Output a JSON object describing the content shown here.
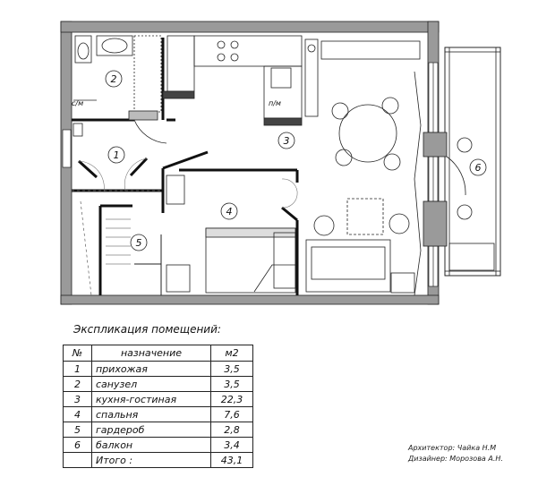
{
  "plan": {
    "labels": {
      "wc": "с/м",
      "fridge": "п/м"
    },
    "rooms": [
      {
        "id": "1",
        "label": "1"
      },
      {
        "id": "2",
        "label": "2"
      },
      {
        "id": "3",
        "label": "3"
      },
      {
        "id": "4",
        "label": "4"
      },
      {
        "id": "5",
        "label": "5"
      },
      {
        "id": "6",
        "label": "6"
      }
    ]
  },
  "table": {
    "title": "Экспликация помещений:",
    "headers": {
      "num": "№",
      "name": "назначение",
      "area": "м2"
    },
    "rows": [
      {
        "num": "1",
        "name": "прихожая",
        "area": "3,5"
      },
      {
        "num": "2",
        "name": "санузел",
        "area": "3,5"
      },
      {
        "num": "3",
        "name": "кухня-гостиная",
        "area": "22,3"
      },
      {
        "num": "4",
        "name": "спальня",
        "area": "7,6"
      },
      {
        "num": "5",
        "name": "гардероб",
        "area": "2,8"
      },
      {
        "num": "6",
        "name": "балкон",
        "area": "3,4"
      }
    ],
    "total": {
      "name": "Итого :",
      "area": "43,1"
    }
  },
  "credits": {
    "architect": "Архитектор: Чайка Н.М",
    "designer": "Дизайнер: Морозова А.Н."
  }
}
